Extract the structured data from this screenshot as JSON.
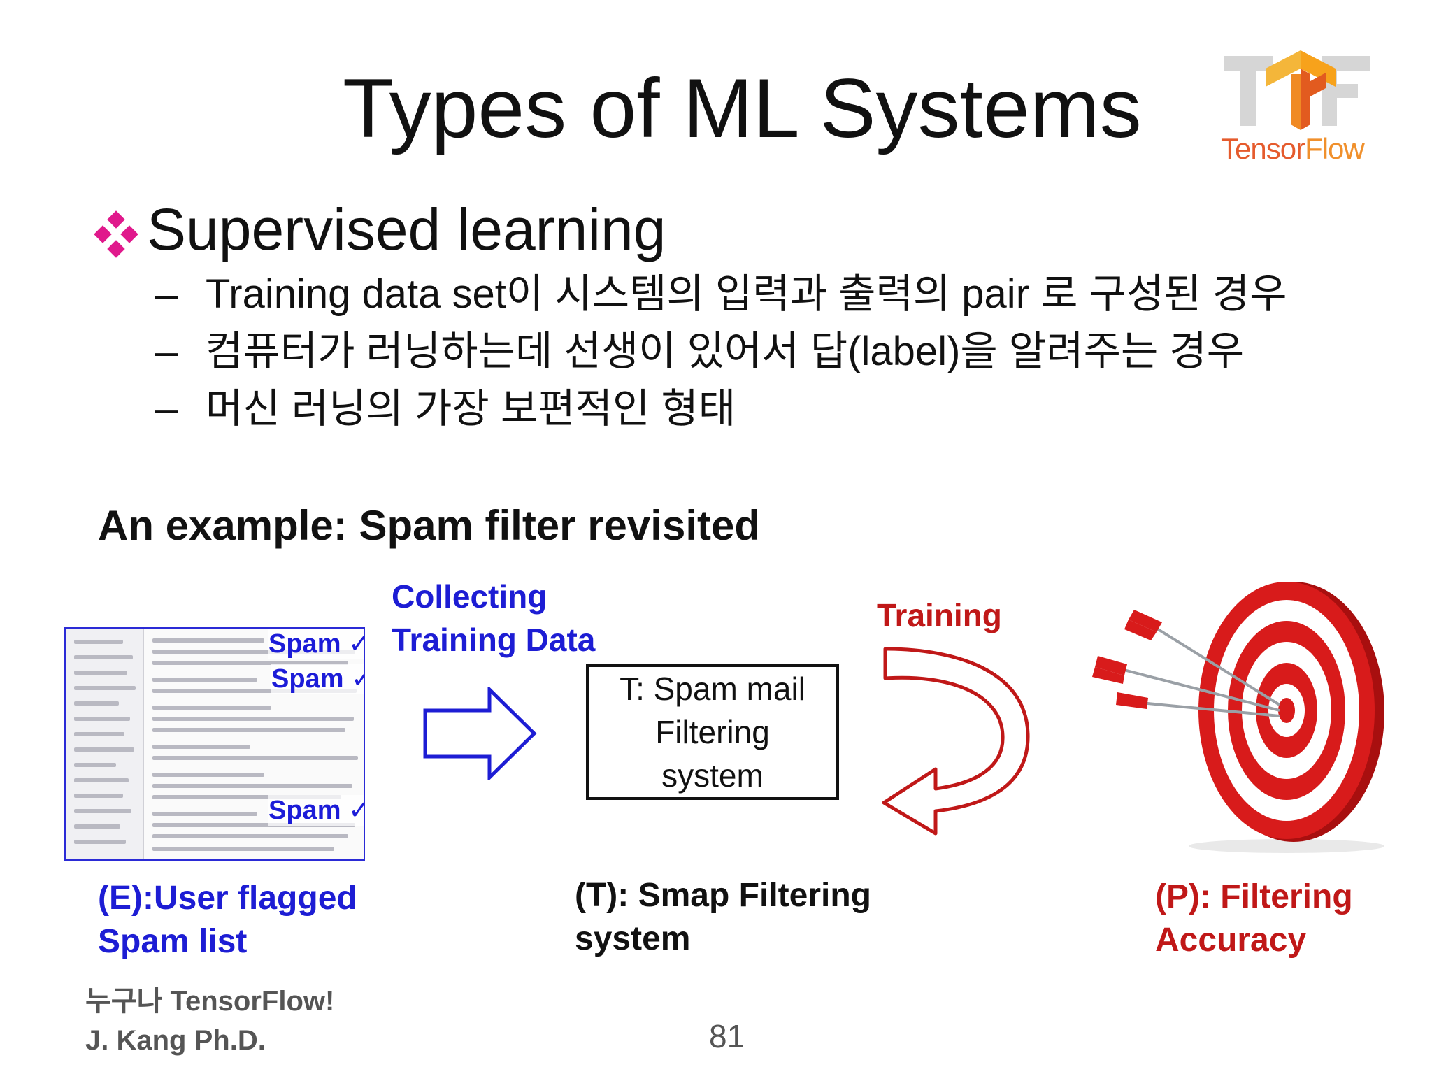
{
  "slide": {
    "title": "Types of ML Systems",
    "logo": {
      "part1": "Tensor",
      "part2": "Flow",
      "icon": "tensorflow-logo-icon"
    },
    "section": {
      "bullet_icon": "diamond-bullet-icon",
      "heading": "Supervised learning"
    },
    "bullets": [
      {
        "dash": "–",
        "text": "Training data set이 시스템의 입력과 출력의 pair 로 구성된 경우"
      },
      {
        "dash": "–",
        "text": "컴퓨터가 러닝하는데 선생이 있어서 답(label)을 알려주는 경우"
      },
      {
        "dash": "–",
        "text": "머신 러닝의 가장 보편적인 형태"
      }
    ],
    "example_heading": "An example: Spam filter revisited",
    "diagram": {
      "spam_tags": [
        "Spam ✓",
        "Spam ✓",
        "Spam ✓"
      ],
      "collecting": [
        "Collecting",
        "Training Data"
      ],
      "system_box": [
        "T: Spam mail",
        "Filtering",
        "system"
      ],
      "training": "Training",
      "captions": {
        "e": [
          "(E):User flagged",
          "Spam list"
        ],
        "t": [
          "(T): Smap Filtering",
          "system"
        ],
        "p": [
          "(P): Filtering",
          "Accuracy"
        ]
      },
      "colors": {
        "blue": "#1d1dd4",
        "red": "#c01818",
        "tf_orange": "#f0902c"
      }
    },
    "footer": {
      "line1": "누구나 TensorFlow!",
      "line2": "J. Kang Ph.D."
    },
    "page_number": "81"
  }
}
